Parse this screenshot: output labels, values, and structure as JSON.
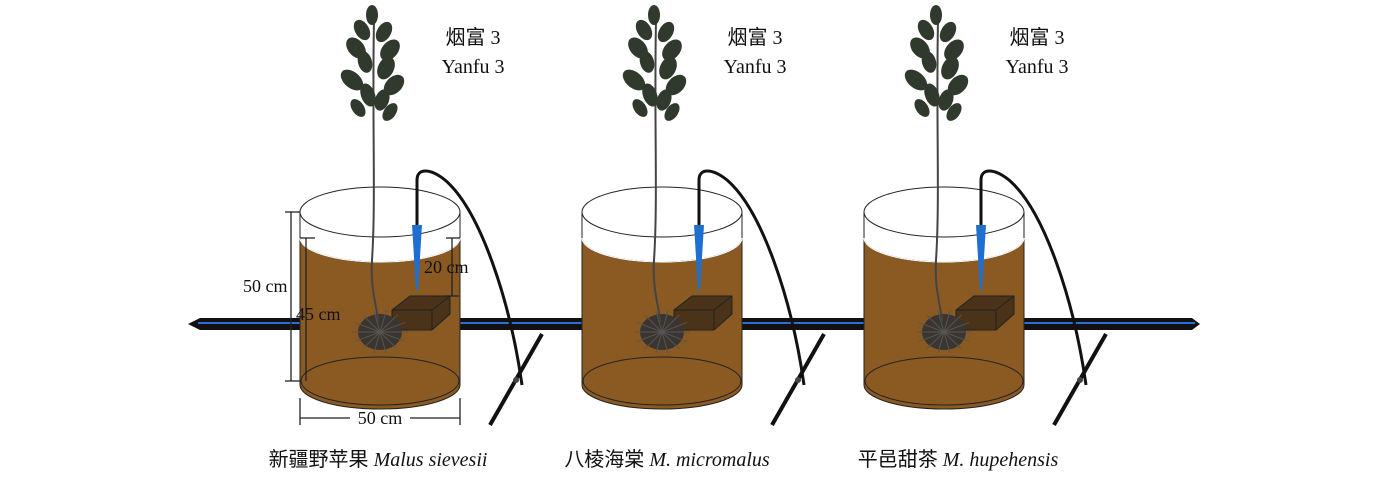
{
  "colors": {
    "soil": "#8b5a22",
    "soil_top": "#9a6528",
    "pipe": "#111111",
    "pipe_stripe": "#2a6fd6",
    "dripper": "#1f6fd0",
    "block": "#4a3318",
    "leaf": "#2f3a2c"
  },
  "dimensions": {
    "pot_height": "50 cm",
    "soil_depth": "45 cm",
    "dripper_depth": "20 cm",
    "pot_diameter": "50 cm"
  },
  "pots": [
    {
      "scion_cn": "烟富 3",
      "scion_en": "Yanfu 3",
      "rootstock_cn": "新疆野苹果",
      "rootstock_latin": "Malus sievesii"
    },
    {
      "scion_cn": "烟富 3",
      "scion_en": "Yanfu 3",
      "rootstock_cn": "八棱海棠",
      "rootstock_latin": "M. micromalus"
    },
    {
      "scion_cn": "烟富 3",
      "scion_en": "Yanfu 3",
      "rootstock_cn": "平邑甜茶",
      "rootstock_latin": "M. hupehensis"
    }
  ]
}
